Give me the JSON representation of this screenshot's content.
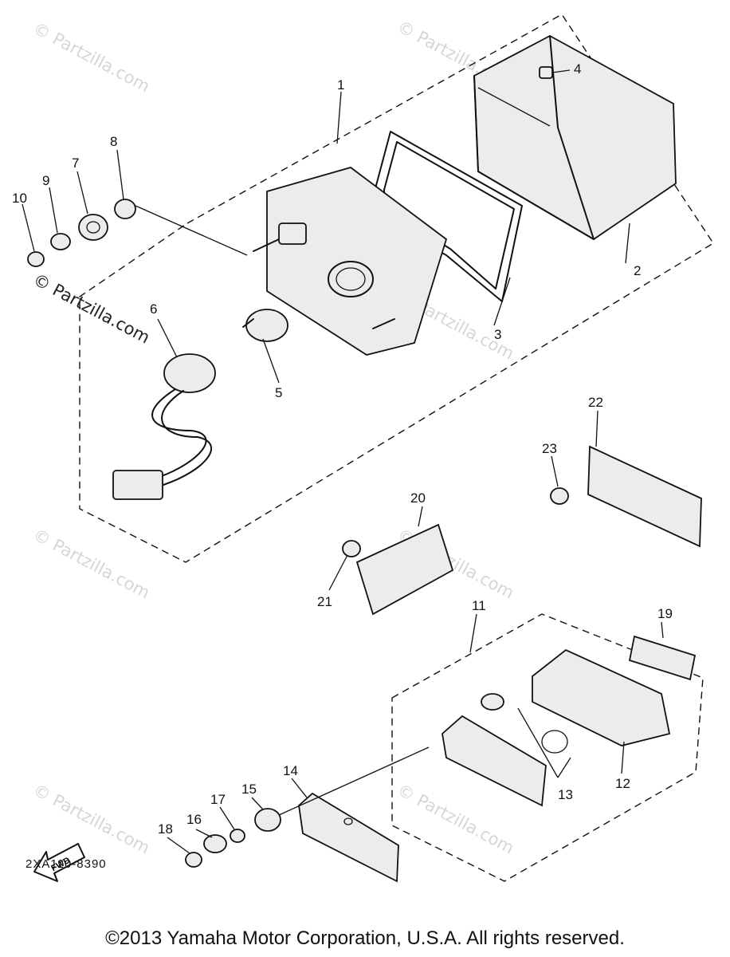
{
  "diagram": {
    "part_numbers": [
      "1",
      "2",
      "3",
      "4",
      "5",
      "6",
      "7",
      "8",
      "9",
      "10",
      "11",
      "12",
      "13",
      "14",
      "15",
      "16",
      "17",
      "18",
      "19",
      "20",
      "21",
      "22",
      "23"
    ],
    "watermark": "© Partzilla.com",
    "direction_label": "FWD",
    "diagram_code": "2XA110-8390",
    "copyright": "©2013  Yamaha Motor Corporation, U.S.A. All rights reserved."
  }
}
